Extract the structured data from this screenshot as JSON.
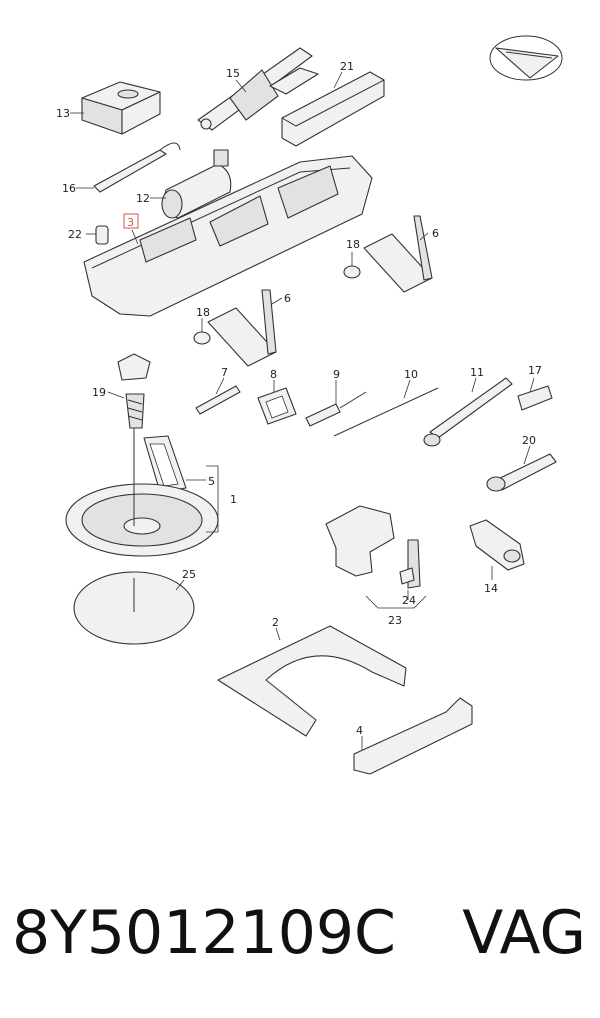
{
  "labels": {
    "l1": "1",
    "l2": "2",
    "l3": "3",
    "l4": "4",
    "l5": "5",
    "l6a": "6",
    "l6b": "6",
    "l7": "7",
    "l8": "8",
    "l9": "9",
    "l10": "10",
    "l11": "11",
    "l12": "12",
    "l13": "13",
    "l14": "14",
    "l15": "15",
    "l16": "16",
    "l17": "17",
    "l18a": "18",
    "l18b": "18",
    "l19": "19",
    "l20": "20",
    "l21": "21",
    "l22": "22",
    "l23": "23",
    "l24": "24",
    "l25": "25"
  },
  "caption": {
    "part_number": "8Y5012109C",
    "brand": "VAG"
  },
  "colors": {
    "line": "#333333",
    "highlight": "#d9534f"
  }
}
